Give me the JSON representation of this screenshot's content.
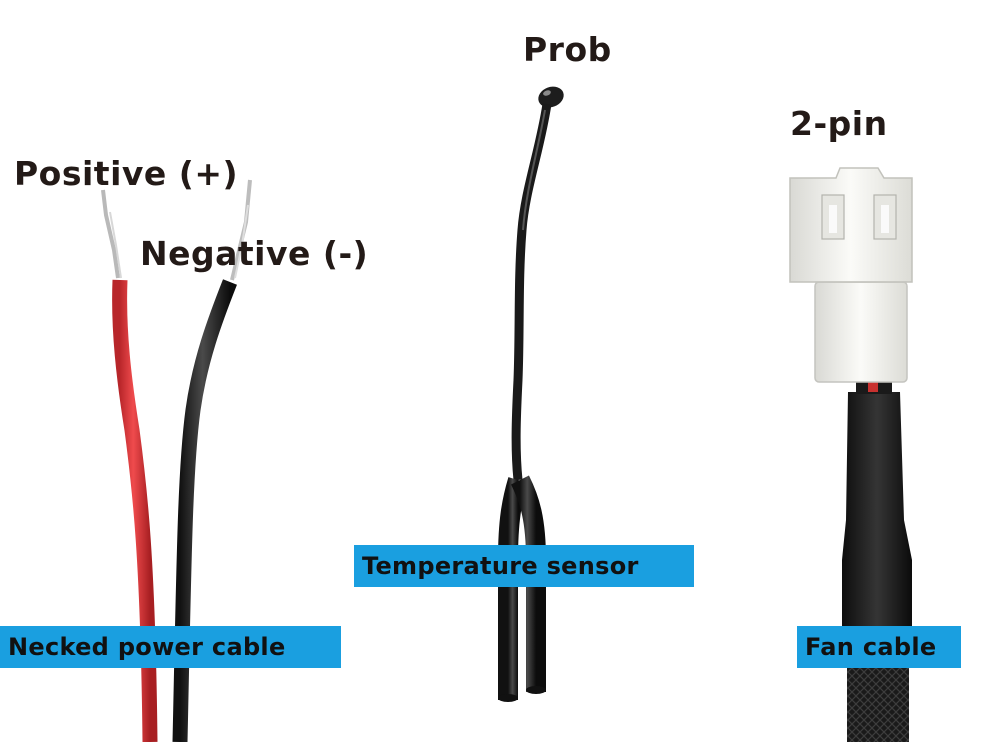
{
  "labels": {
    "positive": "Positive (+)",
    "negative": "Negative (-)",
    "prob": "Prob",
    "two_pin": "2-pin"
  },
  "tags": {
    "power_cable": "Necked power cable",
    "temperature_sensor": "Temperature sensor",
    "fan_cable": "Fan cable"
  },
  "colors": {
    "tag_background": "#1a9fe0",
    "label_text": "#231a17",
    "red_wire": "#e23a3c",
    "black_wire": "#262626",
    "connector": "#f2f2ef",
    "sleeve": "#1c1c1c"
  }
}
